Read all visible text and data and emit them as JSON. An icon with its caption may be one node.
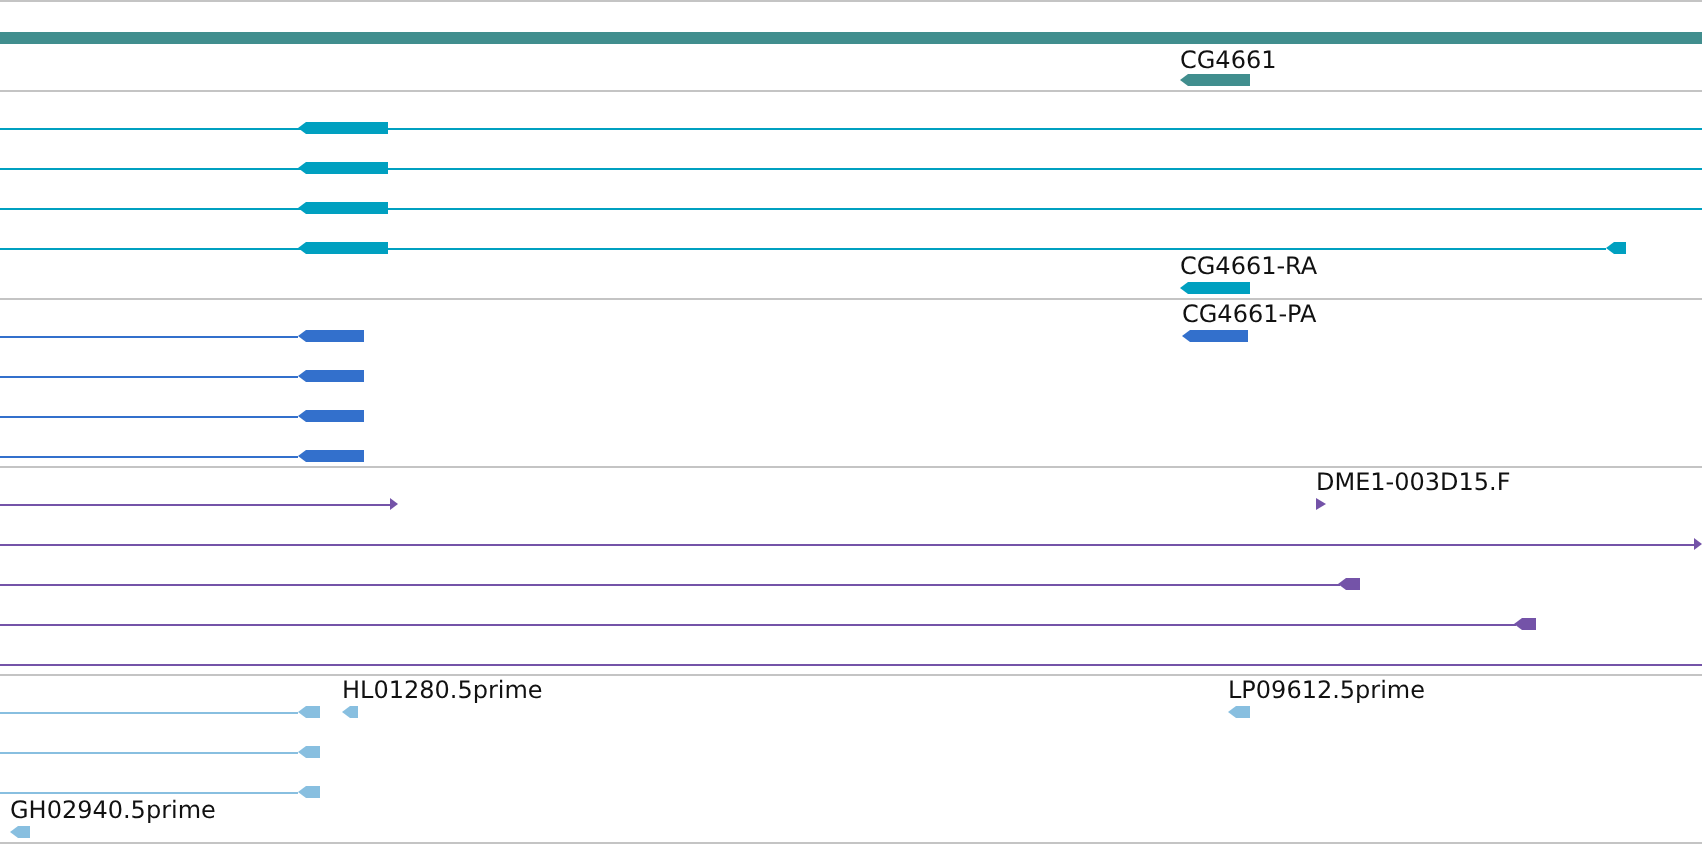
{
  "diagram": {
    "labels": [
      "CG4661",
      "CG4661-RA",
      "CG4661-PA",
      "DME1-003D15.F",
      "HL01280.5prime",
      "LP09612.5prime",
      "GH02940.5prime"
    ]
  }
}
